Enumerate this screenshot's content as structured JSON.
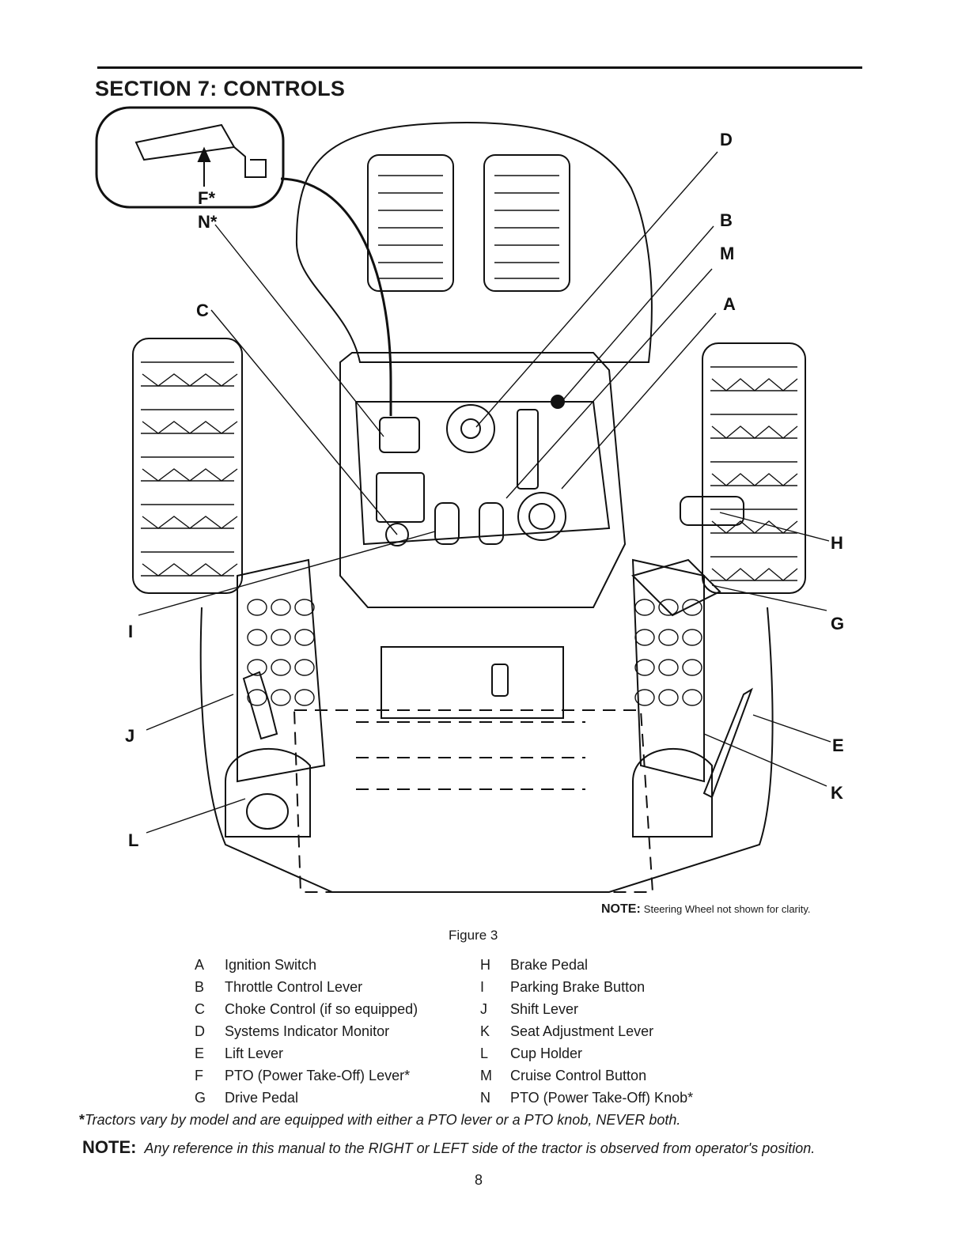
{
  "section_title": "SECTION 7:  CONTROLS",
  "figure": {
    "callouts": {
      "a": "A",
      "b": "B",
      "c": "C",
      "d": "D",
      "e": "E",
      "f": "F*",
      "g": "G",
      "h": "H",
      "i": "I",
      "j": "J",
      "k": "K",
      "l": "L",
      "m": "M",
      "n": "N*"
    },
    "note_label": "NOTE:",
    "note_text": "Steering Wheel not shown for clarity.",
    "caption": "Figure 3"
  },
  "legend": {
    "left": [
      {
        "letter": "A",
        "label": "Ignition Switch"
      },
      {
        "letter": "B",
        "label": "Throttle Control Lever"
      },
      {
        "letter": "C",
        "label": "Choke Control (if so equipped)"
      },
      {
        "letter": "D",
        "label": "Systems Indicator Monitor"
      },
      {
        "letter": "E",
        "label": "Lift Lever"
      },
      {
        "letter": "F",
        "label": "PTO (Power Take-Off) Lever*"
      },
      {
        "letter": "G",
        "label": "Drive Pedal"
      }
    ],
    "right": [
      {
        "letter": "H",
        "label": "Brake Pedal"
      },
      {
        "letter": "I",
        "label": "Parking Brake Button"
      },
      {
        "letter": "J",
        "label": "Shift Lever"
      },
      {
        "letter": "K",
        "label": "Seat Adjustment Lever"
      },
      {
        "letter": "L",
        "label": "Cup Holder"
      },
      {
        "letter": "M",
        "label": "Cruise Control Button"
      },
      {
        "letter": "N",
        "label": "PTO (Power Take-Off) Knob*"
      }
    ]
  },
  "footnote": {
    "star": "*",
    "text": "Tractors vary by model and are equipped with either a PTO lever or a PTO knob, NEVER both."
  },
  "note": {
    "label": "NOTE:",
    "text": "Any reference in this manual to the RIGHT or LEFT side of the tractor is observed from operator's position."
  },
  "page_number": "8"
}
